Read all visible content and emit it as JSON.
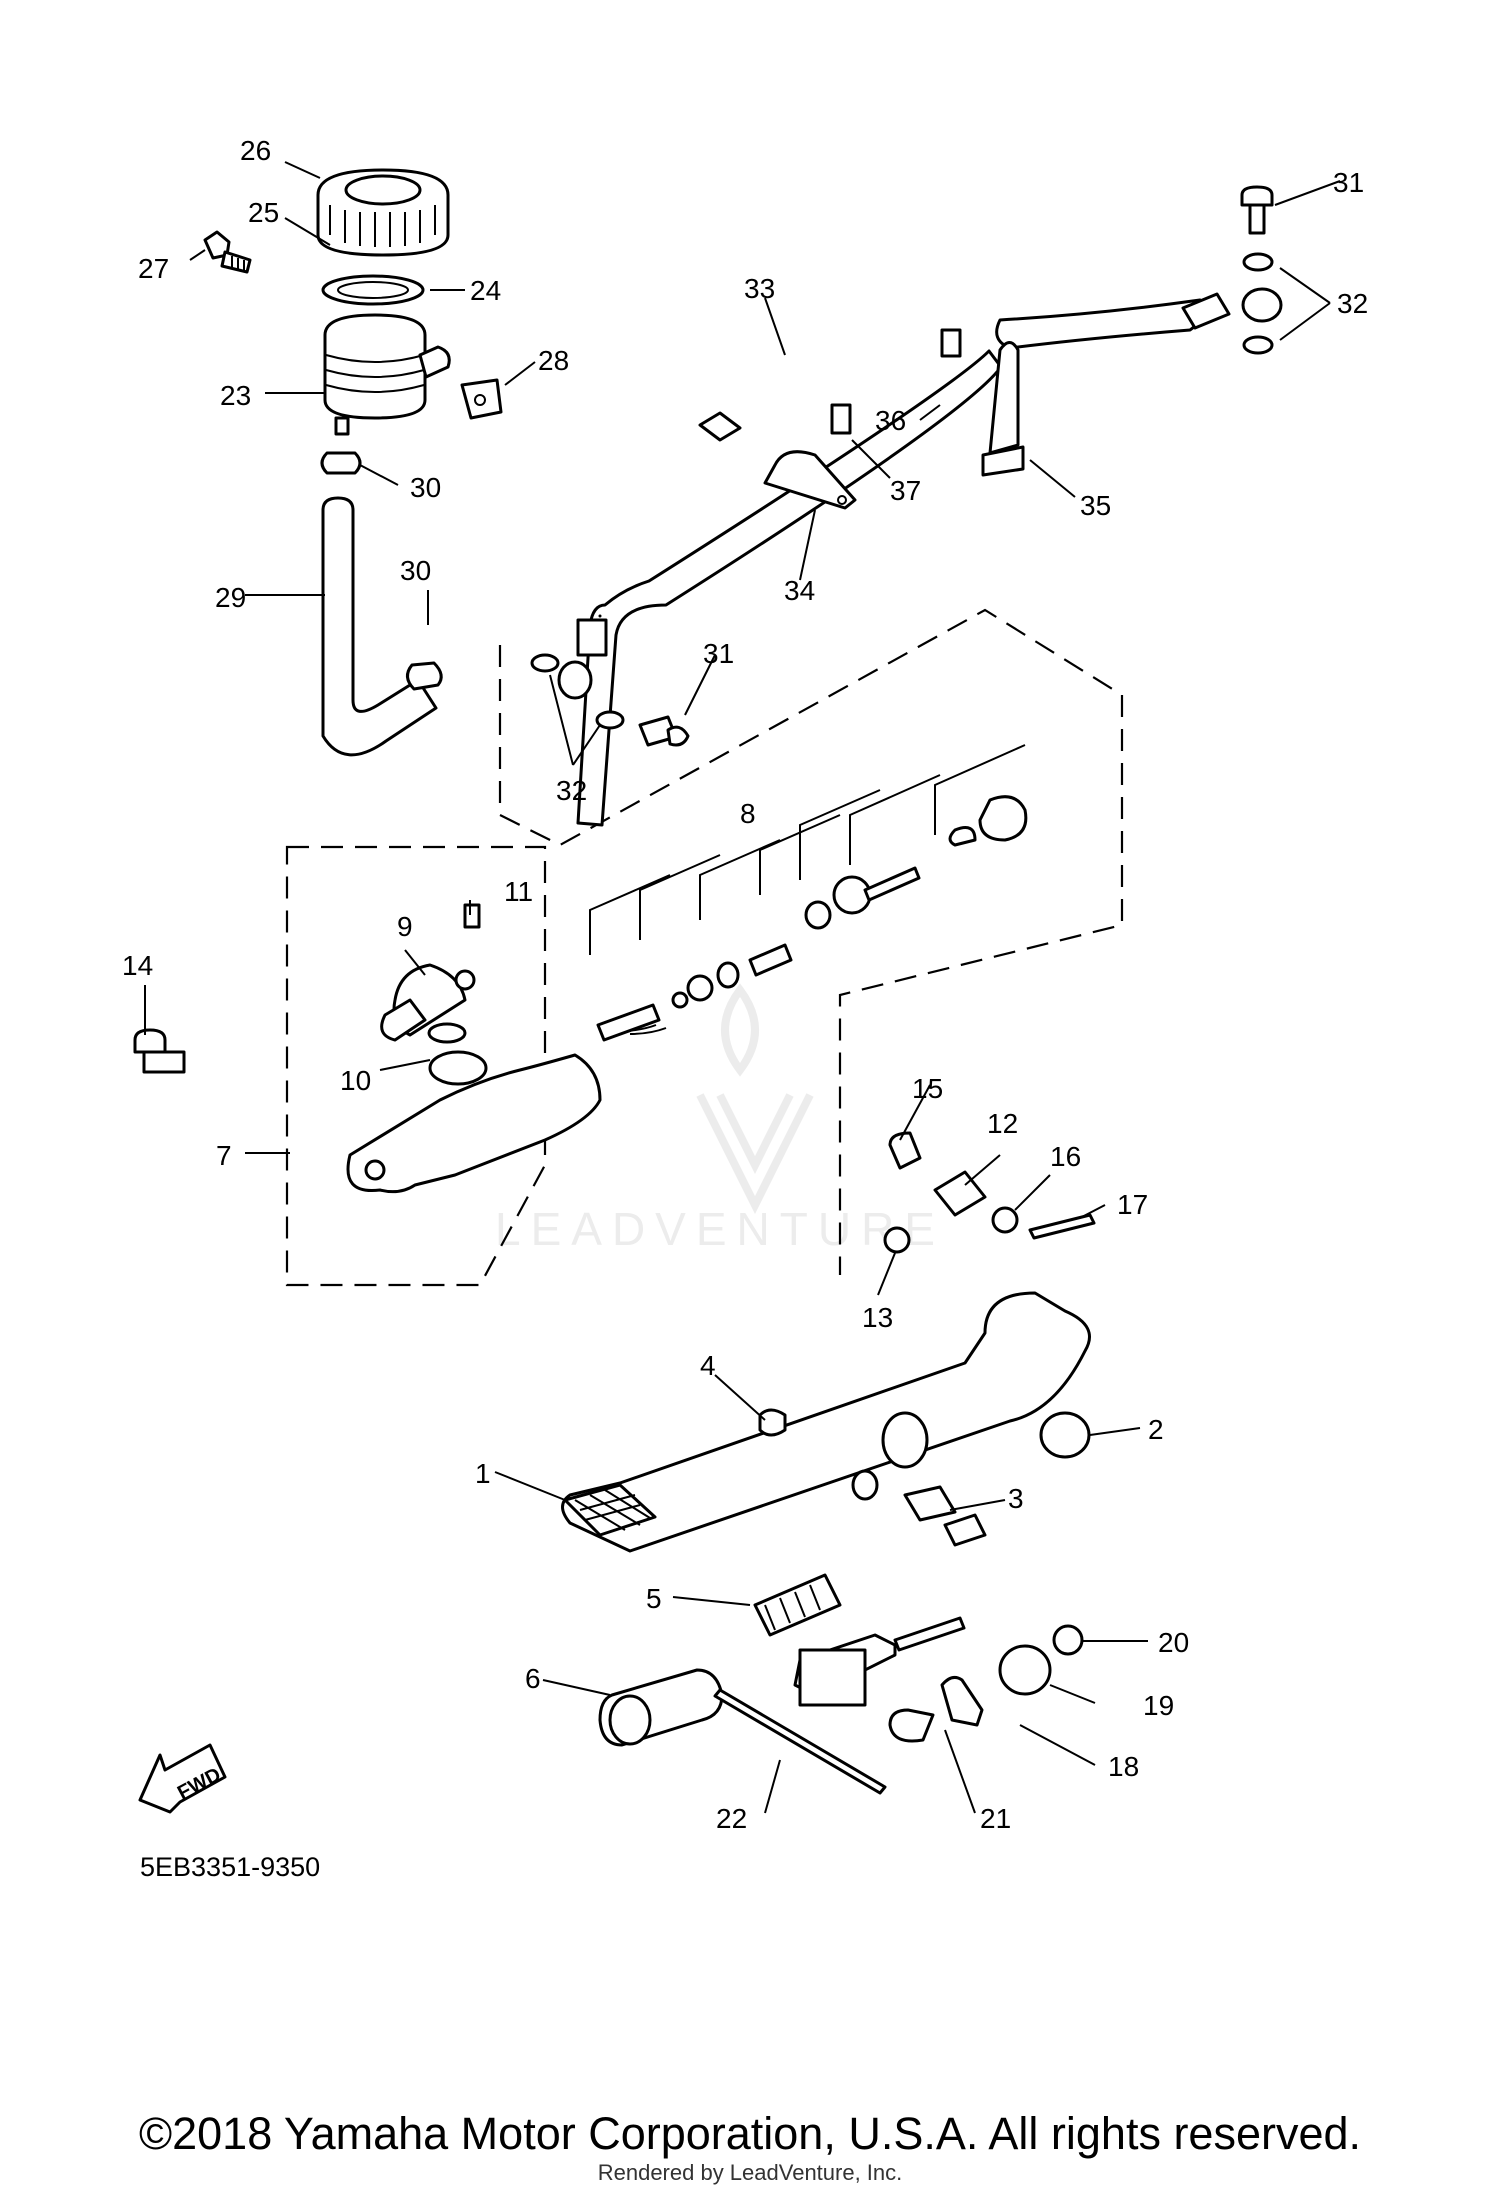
{
  "diagram": {
    "code": "5EB3351-9350",
    "fwd_label": "FWD",
    "watermark": "LEADVENTURE"
  },
  "callouts": [
    {
      "id": "26",
      "text": "26"
    },
    {
      "id": "25",
      "text": "25"
    },
    {
      "id": "27",
      "text": "27"
    },
    {
      "id": "24",
      "text": "24"
    },
    {
      "id": "28",
      "text": "28"
    },
    {
      "id": "23",
      "text": "23"
    },
    {
      "id": "30a",
      "text": "30"
    },
    {
      "id": "29",
      "text": "29"
    },
    {
      "id": "30b",
      "text": "30"
    },
    {
      "id": "33",
      "text": "33"
    },
    {
      "id": "31a",
      "text": "31"
    },
    {
      "id": "32a",
      "text": "32"
    },
    {
      "id": "36",
      "text": "36"
    },
    {
      "id": "37",
      "text": "37"
    },
    {
      "id": "35",
      "text": "35"
    },
    {
      "id": "34",
      "text": "34"
    },
    {
      "id": "31b",
      "text": "31"
    },
    {
      "id": "32b",
      "text": "32"
    },
    {
      "id": "8",
      "text": "8"
    },
    {
      "id": "11",
      "text": "11"
    },
    {
      "id": "9",
      "text": "9"
    },
    {
      "id": "14",
      "text": "14"
    },
    {
      "id": "10",
      "text": "10"
    },
    {
      "id": "7",
      "text": "7"
    },
    {
      "id": "15",
      "text": "15"
    },
    {
      "id": "12",
      "text": "12"
    },
    {
      "id": "16",
      "text": "16"
    },
    {
      "id": "17",
      "text": "17"
    },
    {
      "id": "13",
      "text": "13"
    },
    {
      "id": "4",
      "text": "4"
    },
    {
      "id": "2",
      "text": "2"
    },
    {
      "id": "1",
      "text": "1"
    },
    {
      "id": "3",
      "text": "3"
    },
    {
      "id": "5",
      "text": "5"
    },
    {
      "id": "20",
      "text": "20"
    },
    {
      "id": "6",
      "text": "6"
    },
    {
      "id": "19",
      "text": "19"
    },
    {
      "id": "18",
      "text": "18"
    },
    {
      "id": "22",
      "text": "22"
    },
    {
      "id": "21",
      "text": "21"
    }
  ],
  "footer": {
    "copyright": "©2018 Yamaha Motor Corporation, U.S.A. All rights reserved.",
    "rendered_by": "Rendered by LeadVenture, Inc."
  }
}
